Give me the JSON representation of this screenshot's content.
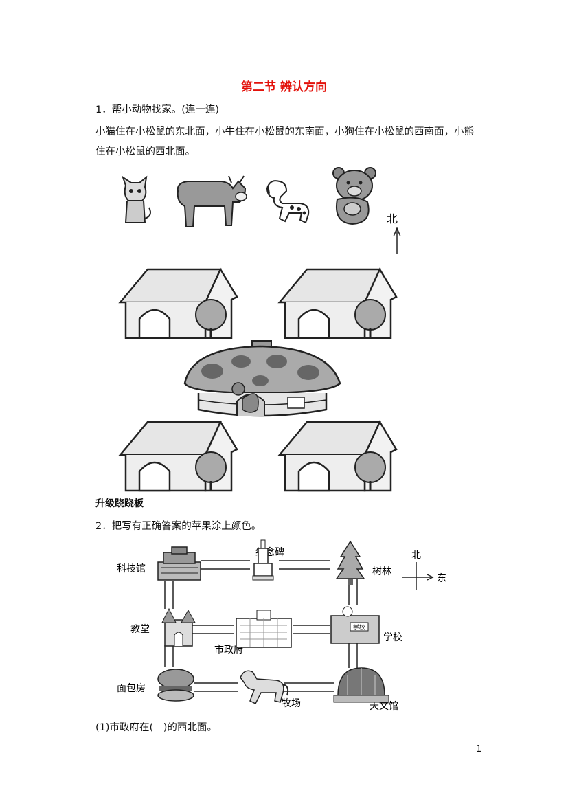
{
  "title": "第二节  辨认方向",
  "q1": {
    "instruction": "1．帮小动物找家。(连一连)",
    "text": "小猫住在小松鼠的东北面，小牛住在小松鼠的东南面，小狗住在小松鼠的西南面，小熊住在小松鼠的西北面。",
    "north_label": "北"
  },
  "section_label": "升级跷跷板",
  "q2": {
    "instruction": "2．把写有正确答案的苹果涂上颜色。",
    "map_labels": {
      "keji": "科技馆",
      "jinian": "纪念碑",
      "shulin": "树林",
      "jiaotang": "教堂",
      "shizheng": "市政府",
      "xuexiao": "学校",
      "xuexiao_sign": "学校",
      "mianbao": "面包房",
      "muchang": "牧场",
      "tianwen": "天文馆"
    },
    "compass": {
      "north": "北",
      "east": "东"
    },
    "sub1": "(1)市政府在(　)的西北面。"
  },
  "page_number": "1"
}
